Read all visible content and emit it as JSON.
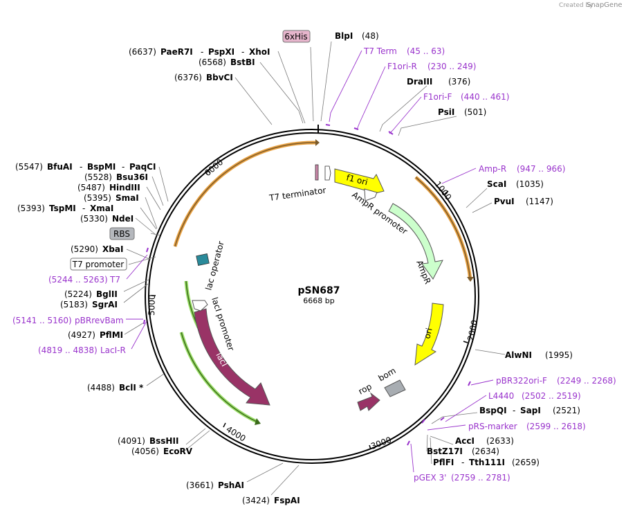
{
  "credit": {
    "prefix": "Created by",
    "brand": "SnapGene"
  },
  "plasmid": {
    "name": "pSN687",
    "size": "6668 bp"
  },
  "ticks": [
    "1000",
    "2000",
    "3000",
    "4000",
    "5000",
    "6000"
  ],
  "features": {
    "t7_terminator": "T7 terminator",
    "f1_ori": "f1 ori",
    "ampr_promoter": "AmpR promoter",
    "ampr": "AmpR",
    "ori": "ori",
    "rop": "rop",
    "bom": "bom",
    "laci": "lacI",
    "laci_promoter": "lacI promoter",
    "lac_operator": "lac operator"
  },
  "boxed": {
    "his": "6xHis",
    "rbs": "RBS",
    "t7_promoter": "T7 promoter"
  },
  "sites": {
    "blpi": {
      "name": "BlpI",
      "pos": "(48)"
    },
    "drai": {
      "name": "DraIII",
      "pos": "(376)"
    },
    "psii": {
      "name": "PsiI",
      "pos": "(501)"
    },
    "scai": {
      "name": "ScaI",
      "pos": "(1035)"
    },
    "pvui": {
      "name": "PvuI",
      "pos": "(1147)"
    },
    "alwni": {
      "name": "AlwNI",
      "pos": "(1995)"
    },
    "bspqi": {
      "name": "BspQI",
      "sep": "-",
      "name2": "SapI",
      "pos": "(2521)"
    },
    "acci": {
      "name": "AccI",
      "pos": "(2633)"
    },
    "bstz": {
      "name": "BstZ17I",
      "pos": "(2634)"
    },
    "pfifi": {
      "name": "PflFI",
      "sep": "-",
      "name2": "Tth111I",
      "pos": "(2659)"
    },
    "fspai": {
      "name": "FspAI",
      "pos": "(3424)"
    },
    "pshai": {
      "name": "PshAI",
      "pos": "(3661)"
    },
    "ecorv": {
      "name": "EcoRV",
      "pos": "(4056)"
    },
    "bsshii": {
      "name": "BssHII",
      "pos": "(4091)"
    },
    "bcli": {
      "name": "BclI *",
      "pos": "(4488)"
    },
    "pflmi": {
      "name": "PflMI",
      "pos": "(4927)"
    },
    "sgrai": {
      "name": "SgrAI",
      "pos": "(5183)"
    },
    "bglii": {
      "name": "BglII",
      "pos": "(5224)"
    },
    "xbai": {
      "name": "XbaI",
      "pos": "(5290)"
    },
    "ndei": {
      "name": "NdeI",
      "pos": "(5330)"
    },
    "tspmi": {
      "name": "TspMI",
      "sep": "-",
      "name2": "XmaI",
      "pos": "(5393)"
    },
    "smai": {
      "name": "SmaI",
      "pos": "(5395)"
    },
    "hindiii": {
      "name": "HindIII",
      "pos": "(5487)"
    },
    "bsu36i": {
      "name": "Bsu36I",
      "pos": "(5528)"
    },
    "bfuai": {
      "name": "BfuAI",
      "sep": "-",
      "name2": "BspMI",
      "sep2": "-",
      "name3": "PaqCI",
      "pos": "(5547)"
    },
    "bbvci": {
      "name": "BbvCI",
      "pos": "(6376)"
    },
    "bstbi": {
      "name": "BstBI",
      "pos": "(6568)"
    },
    "paer7i": {
      "name": "PaeR7I",
      "sep": "-",
      "name2": "PspXI",
      "sep2": "-",
      "name3": "XhoI",
      "pos": "(6637)"
    }
  },
  "primers": {
    "t7term": {
      "name": "T7 Term",
      "range": "(45 .. 63)"
    },
    "f1orir": {
      "name": "F1ori-R",
      "range": "(230 .. 249)"
    },
    "f1orif": {
      "name": "F1ori-F",
      "range": "(440 .. 461)"
    },
    "ampr": {
      "name": "Amp-R",
      "range": "(947 .. 966)"
    },
    "pbr322": {
      "name": "pBR322ori-F",
      "range": "(2249 .. 2268)"
    },
    "l4440": {
      "name": "L4440",
      "range": "(2502 .. 2519)"
    },
    "prs": {
      "name": "pRS-marker",
      "range": "(2599 .. 2618)"
    },
    "pgex3": {
      "name": "pGEX 3'",
      "range": "(2759 .. 2781)"
    },
    "t7": {
      "name": "T7",
      "range": "(5244 .. 5263)"
    },
    "pbrrev": {
      "name": "pBRrevBam",
      "range": "(5141 .. 5160)"
    },
    "lacir": {
      "name": "LacI-R",
      "range": "(4819 .. 4838)"
    }
  },
  "colors": {
    "primer": "#9933cc",
    "f1ori": "#ffff00",
    "ampr": "#ccffcc",
    "laci": "#993366",
    "orf": "#ffcc88",
    "bom": "#a8adb2"
  }
}
